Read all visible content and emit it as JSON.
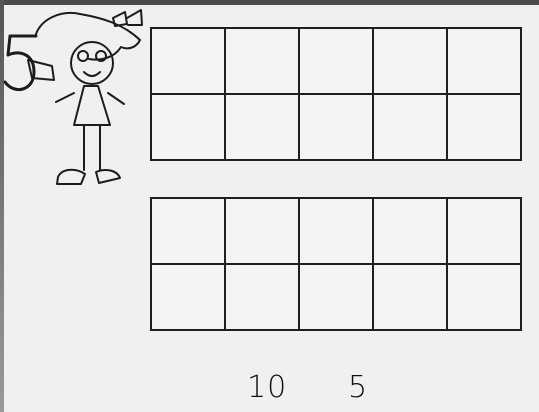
{
  "numbers": {
    "first": "10",
    "second": "5"
  },
  "grids": {
    "rows": 2,
    "columns": 5
  },
  "mascot_icon": "cartoon-girl-holding-number-five",
  "colors": {
    "background": "#f0f0f0",
    "line": "#1f1f1f"
  }
}
